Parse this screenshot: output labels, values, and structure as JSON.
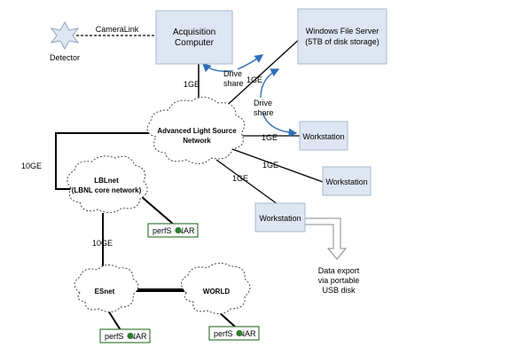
{
  "nodes": {
    "detector": "Detector",
    "acq_line1": "Acquisition",
    "acq_line2": "Computer",
    "wfs_line1": "Windows File Server",
    "wfs_line2": "(5TB of disk storage)",
    "als_line1": "Advanced Light Source",
    "als_line2": "Network",
    "lblnet_line1": "LBLnet",
    "lblnet_line2": "(LBNL core network)",
    "esnet": "ESnet",
    "world": "WORLD",
    "workstation": "Workstation",
    "export_line1": "Data export",
    "export_line2": "via portable",
    "export_line3": "USB disk"
  },
  "links": {
    "cameralink": "CameraLink",
    "gbe1": "1GE",
    "gbe10": "10GE",
    "drive_line1": "Drive",
    "drive_line2": "share"
  },
  "perfsonar": {
    "pre": "perfS",
    "post": "NAR"
  },
  "colors": {
    "box_fill": "#dde6f2",
    "arrow_blue": "#2f6fb7",
    "perfsonar_green": "#3a7a3a"
  }
}
